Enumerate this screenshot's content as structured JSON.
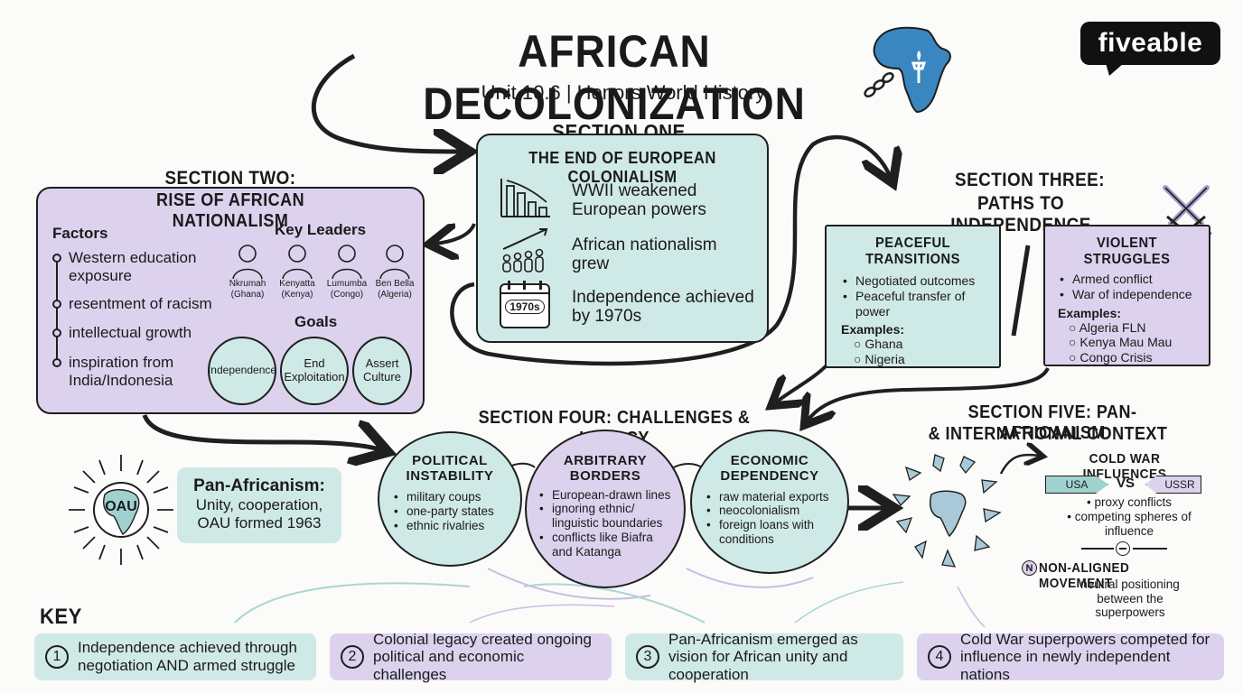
{
  "header": {
    "title": "AFRICAN DECOLONIZATION",
    "subtitle": "Unit 10.6 | Honors World History",
    "brand": "fiveable"
  },
  "section_one": {
    "label": "SECTION ONE",
    "title": "THE END OF EUROPEAN COLONIALISM",
    "items": [
      {
        "text": "WWII weakened European powers",
        "icon": "declining-bar-chart-icon"
      },
      {
        "text": "African nationalism grew",
        "icon": "rising-people-icon"
      },
      {
        "text": "Independence achieved by 1970s",
        "icon": "calendar-icon",
        "icon_text": "1970s"
      }
    ]
  },
  "section_two": {
    "label": "SECTION TWO:",
    "title": "RISE OF AFRICAN NATIONALISM",
    "factors_title": "Factors",
    "factors": [
      "Western education exposure",
      "resentment of racism",
      "intellectual growth",
      "inspiration from India/Indonesia"
    ],
    "leaders_title": "Key Leaders",
    "leaders": [
      {
        "name": "Nkrumah",
        "country": "(Ghana)"
      },
      {
        "name": "Kenyatta",
        "country": "(Kenya)"
      },
      {
        "name": "Lumumba",
        "country": "(Congo)"
      },
      {
        "name": "Ben Bella",
        "country": "(Algeria)"
      }
    ],
    "goals_title": "Goals",
    "goals": [
      "Independence",
      "End Exploitation",
      "Assert Culture"
    ]
  },
  "section_three": {
    "label": "SECTION THREE:",
    "title": "PATHS TO INDEPENDENCE",
    "peaceful": {
      "title": "PEACEFUL TRANSITIONS",
      "bullets": [
        "Negotiated outcomes",
        "Peaceful transfer of power"
      ],
      "examples_title": "Examples:",
      "examples": [
        "Ghana",
        "Nigeria"
      ]
    },
    "violent": {
      "title": "VIOLENT STRUGGLES",
      "bullets": [
        "Armed conflict",
        "War of independence"
      ],
      "examples_title": "Examples:",
      "examples": [
        "Algeria FLN",
        "Kenya Mau Mau",
        "Congo Crisis"
      ]
    }
  },
  "section_four": {
    "title": "SECTION FOUR: CHALLENGES & LEGACY",
    "circles": [
      {
        "title": "POLITICAL INSTABILITY",
        "bullets": [
          "military coups",
          "one-party states",
          "ethnic rivalries"
        ]
      },
      {
        "title": "ARBITRARY BORDERS",
        "bullets": [
          "European-drawn lines",
          "ignoring ethnic/ linguistic boundaries",
          "conflicts like Biafra and Katanga"
        ]
      },
      {
        "title": "ECONOMIC DEPENDENCY",
        "bullets": [
          "raw material exports",
          "neocolonialism",
          "foreign loans with conditions"
        ]
      }
    ]
  },
  "pan_africanism": {
    "badge": "OAU",
    "title": "Pan-Africanism:",
    "text": "Unity, cooperation, OAU formed 1963"
  },
  "section_five": {
    "title_line1": "SECTION FIVE: PAN-AFRICANISM",
    "title_line2": "& INTERNATIONAL CONTEXT",
    "cold_war_title": "COLD WAR INFLUENCES",
    "usa": "USA",
    "vs": "VS",
    "ussr": "USSR",
    "cold_war_bullets": [
      "proxy conflicts",
      "competing spheres of influence"
    ],
    "nam_badge": "N",
    "nam_title": "NON-ALIGNED MOVEMENT",
    "nam_text": "neutral positioning between the superpowers"
  },
  "takeaways": {
    "title": "KEY TAKEAWAYS",
    "items": [
      {
        "num": "1",
        "text": "Independence achieved through negotiation AND armed struggle"
      },
      {
        "num": "2",
        "text": "Colonial legacy created ongoing political and economic challenges"
      },
      {
        "num": "3",
        "text": "Pan-Africanism emerged as vision for African unity and cooperation"
      },
      {
        "num": "4",
        "text": "Cold War superpowers competed for influence in newly independent nations"
      }
    ]
  },
  "colors": {
    "purple": "#dcd2ee",
    "teal": "#cfe9e7",
    "africa_blue": "#3a86c0",
    "ink": "#1f1f1f"
  }
}
